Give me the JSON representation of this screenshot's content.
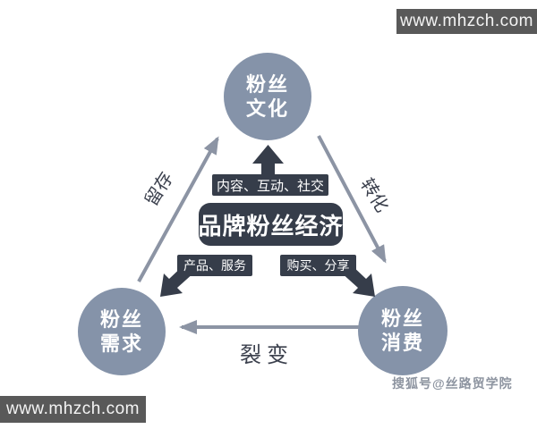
{
  "url_bars": {
    "top_right": "www.mhzch.com",
    "bottom_left": "www.mhzch.com"
  },
  "diagram": {
    "title": "品牌粉丝经济",
    "nodes": {
      "top": {
        "label": "粉丝\n文化"
      },
      "left": {
        "label": "粉丝\n需求"
      },
      "right": {
        "label": "粉丝\n消费"
      }
    },
    "process_boxes": {
      "content": "内容、互动、社交",
      "product": "产品、服务",
      "purchase": "购买、分享"
    },
    "edge_labels": {
      "retention": "留存",
      "conversion": "转化",
      "fission": "裂变"
    }
  },
  "credit": "搜狐号@丝路贸学院",
  "colors": {
    "circle_fill": "#8593a9",
    "dark_box": "#363d4a",
    "gray_arrow": "#8c94a4",
    "url_bar_bg": "#595959",
    "edge_label_text": "#3b404d"
  }
}
